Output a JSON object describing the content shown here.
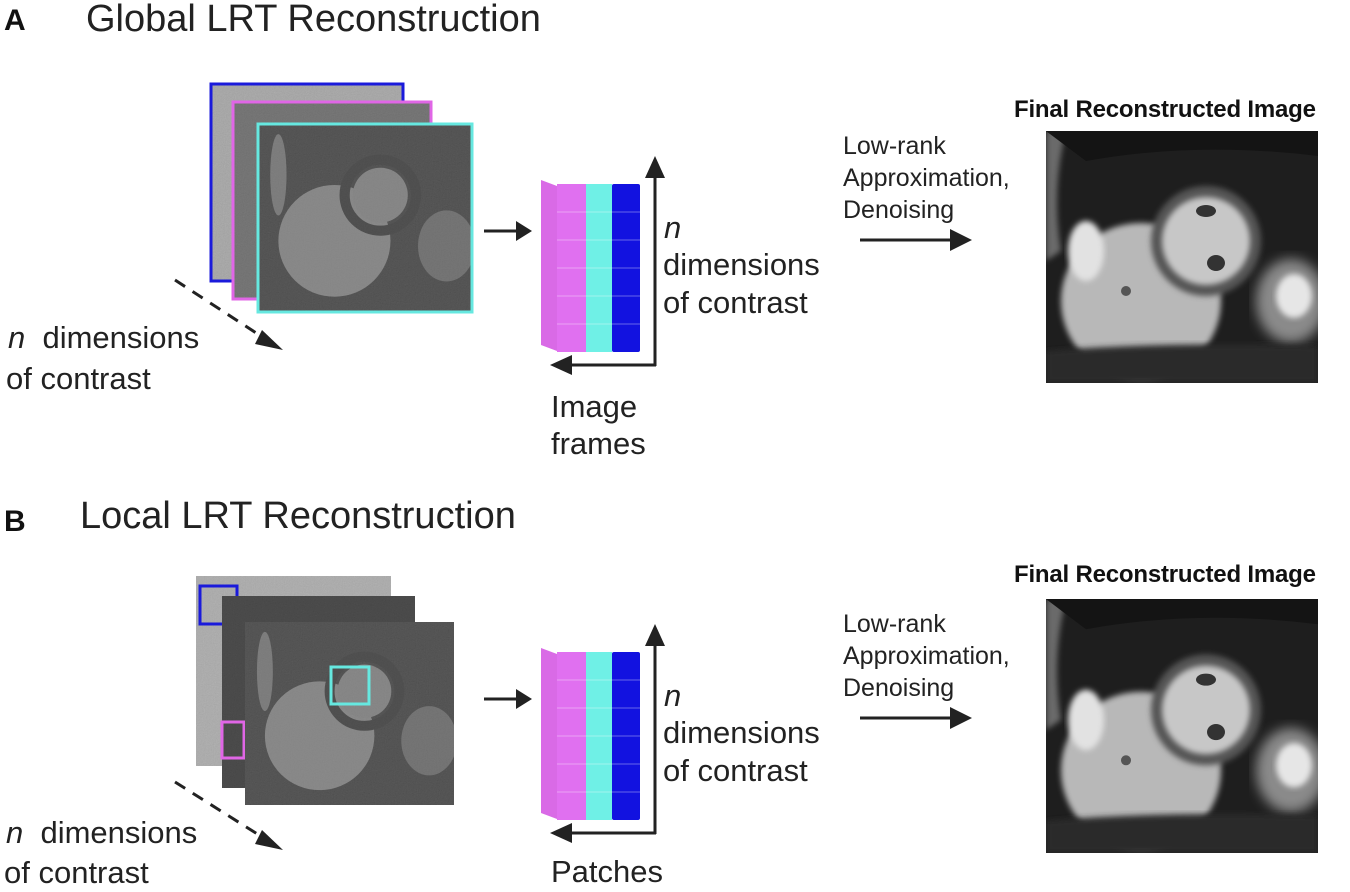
{
  "panel_a": {
    "letter": "A",
    "title": "Global LRT Reconstruction",
    "stack_axis_label_n": "n",
    "stack_axis_label": "dimensions",
    "stack_axis_label_2": "of contrast",
    "matrix_n": "n",
    "matrix_label_1": "dimensions",
    "matrix_label_2": "of contrast",
    "matrix_bottom_label_1": "Image",
    "matrix_bottom_label_2": "frames",
    "process_line_1": "Low-rank",
    "process_line_2": "Approximation,",
    "process_line_3": "Denoising",
    "final_title": "Final Reconstructed Image"
  },
  "panel_b": {
    "letter": "B",
    "title": "Local LRT Reconstruction",
    "stack_axis_label_n": "n",
    "stack_axis_label": "dimensions",
    "stack_axis_label_2": "of contrast",
    "matrix_n": "n",
    "matrix_label_1": "dimensions",
    "matrix_label_2": "of contrast",
    "matrix_bottom_label_1": "Patches",
    "process_line_1": "Low-rank",
    "process_line_2": "Approximation,",
    "process_line_3": "Denoising",
    "final_title": "Final Reconstructed Image"
  },
  "colors": {
    "frame_blue": "#1a1adb",
    "frame_magenta": "#e066e6",
    "frame_cyan": "#66e8e0",
    "arrow": "#222222"
  }
}
